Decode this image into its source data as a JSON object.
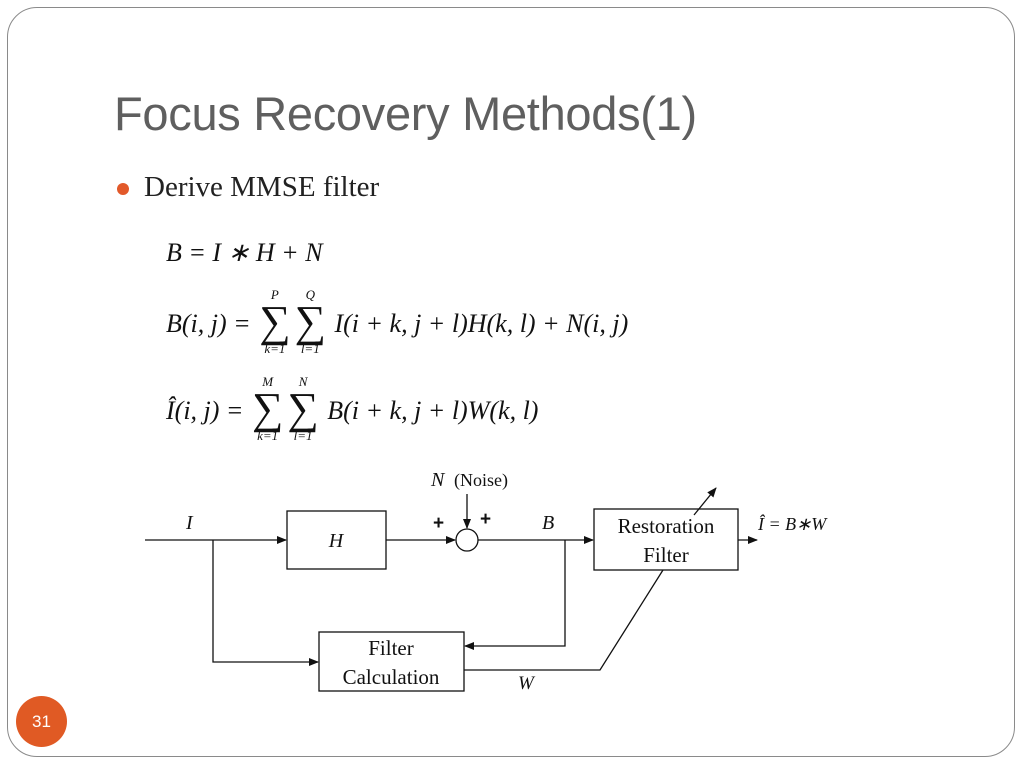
{
  "slide": {
    "title": "Focus Recovery Methods(1)",
    "bullet": "Derive MMSE filter",
    "page_number": "31"
  },
  "equations": {
    "eq1": "B = I ∗ H + N",
    "eq2_lhs": "B(i, j) =",
    "eq2_sum1_upper": "P",
    "eq2_sum1_lower": "k=1",
    "eq2_sum2_upper": "Q",
    "eq2_sum2_lower": "l=1",
    "eq2_rhs": "I(i + k, j + l)H(k, l) + N(i, j)",
    "eq3_lhs": "Î(i, j) =",
    "eq3_sum1_upper": "M",
    "eq3_sum1_lower": "k=1",
    "eq3_sum2_upper": "N",
    "eq3_sum2_lower": "l=1",
    "eq3_rhs": "B(i + k, j + l)W(k, l)"
  },
  "diagram": {
    "noise_symbol": "N",
    "noise_label": "(Noise)",
    "input_label": "I",
    "h_block": "H",
    "plus_left": "+",
    "plus_top": "+",
    "b_label": "B",
    "restoration_line1": "Restoration",
    "restoration_line2": "Filter",
    "output_label": "Î = B∗W",
    "filter_calc_line1": "Filter",
    "filter_calc_line2": "Calculation",
    "w_label": "W"
  },
  "colors": {
    "accent": "#e05a24",
    "title": "#5f5f5f"
  }
}
